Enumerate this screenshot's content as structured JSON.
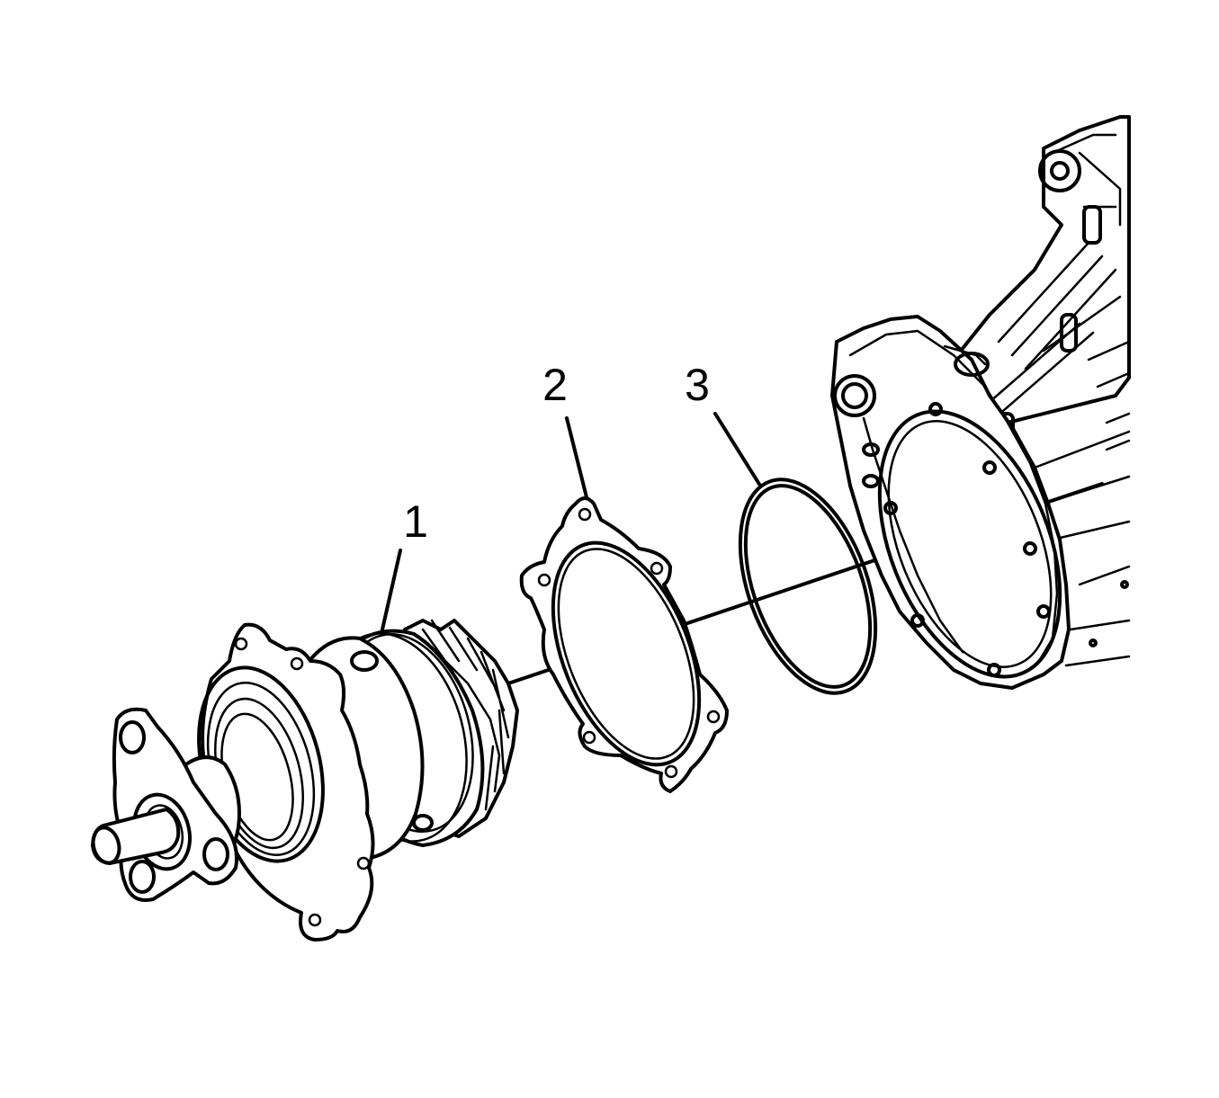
{
  "callouts": [
    {
      "label": "1",
      "part": "pump-assembly"
    },
    {
      "label": "2",
      "part": "gasket"
    },
    {
      "label": "3",
      "part": "o-ring-seal"
    }
  ],
  "colors": {
    "line": "#000000",
    "background": "#ffffff"
  }
}
